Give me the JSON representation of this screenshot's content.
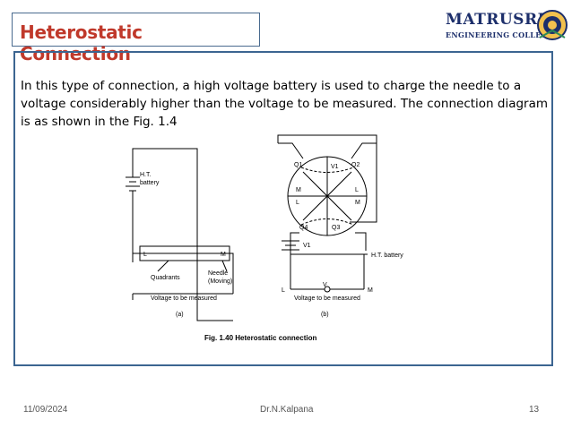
{
  "slide": {
    "title": "Heterostatic Connection",
    "body": "In this type of connection, a high voltage battery is used to charge the needle to a voltage considerably higher than the voltage to be measured. The connection diagram is as shown in the Fig. 1.4"
  },
  "logo": {
    "name": "MATRUSRI",
    "subtitle": "ENGINEERING COLLEGE"
  },
  "figure": {
    "caption": "Fig. 1.40 Heterostatic connection",
    "part_a": {
      "label": "(a)",
      "battery_label_1": "H.T.",
      "battery_label_2": "battery",
      "quadrants": "Quadrants",
      "needle_1": "Needle",
      "needle_2": "(Moving)",
      "voltage": "Voltage to be measured",
      "L": "L",
      "M": "M"
    },
    "part_b": {
      "label": "(b)",
      "Q1": "Q1",
      "Q2": "Q2",
      "Q3": "Q3",
      "Q4": "Q4",
      "V1": "V1",
      "battery": "H.T. battery",
      "voltage": "Voltage to be measured",
      "L": "L",
      "M": "M",
      "V": "V",
      "V1_source": "V1"
    }
  },
  "footer": {
    "date": "11/09/2024",
    "author": "Dr.N.Kalpana",
    "page": "13"
  }
}
